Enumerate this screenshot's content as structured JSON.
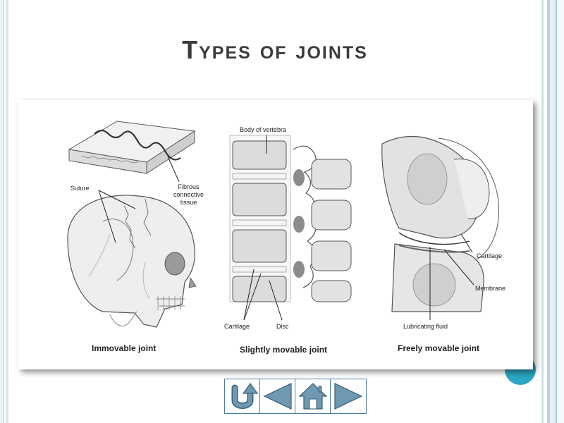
{
  "slide": {
    "title": "Types of joints"
  },
  "diagram": {
    "labels": {
      "suture": "Suture",
      "fibrous": [
        "Fibrous",
        "connective",
        "tissue"
      ],
      "body_of_vertebra": "Body of vertebra",
      "cartilage_disc": "Cartilage",
      "disc": "Disc",
      "cartilage_knee": "Cartilage",
      "membrane": "Membrane",
      "lubricating_fluid": "Lubricating fluid"
    },
    "captions": {
      "immovable": "Immovable joint",
      "slightly": "Slightly movable joint",
      "freely": "Freely movable joint"
    }
  },
  "nav": {
    "icons": [
      "return-icon",
      "previous-icon",
      "home-icon",
      "next-icon"
    ],
    "colors": {
      "accent": "#2ca6c2",
      "icon_fill": "#6e99b0",
      "border": "#4a7ea0"
    }
  }
}
